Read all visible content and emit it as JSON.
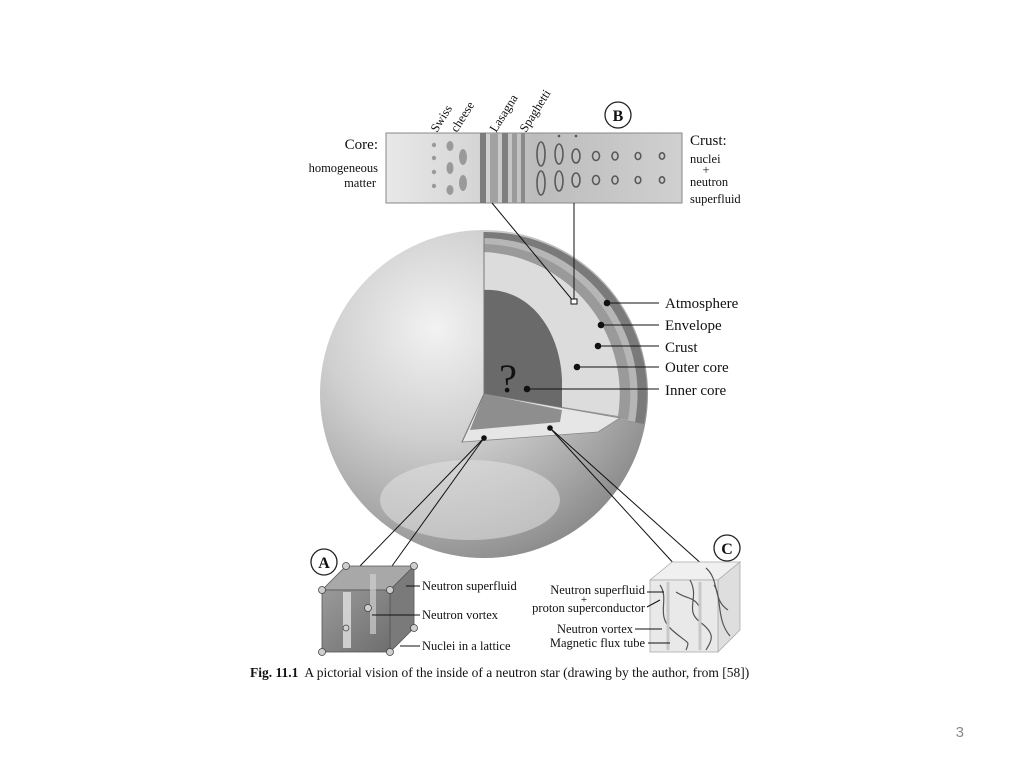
{
  "strip": {
    "phase_labels": [
      "Swiss",
      "cheese",
      "Lasagna",
      "Spaghetti"
    ],
    "panel_label": "B",
    "core_title": "Core:",
    "core_desc": [
      "homogeneous",
      "matter"
    ],
    "crust_title": "Crust:",
    "crust_desc": [
      "nuclei",
      "+",
      "neutron",
      "superfluid"
    ]
  },
  "star": {
    "center_mark": "?",
    "layers": [
      "Atmosphere",
      "Envelope",
      "Crust",
      "Outer core",
      "Inner core"
    ]
  },
  "inset_a": {
    "panel_label": "A",
    "labels": [
      "Neutron superfluid",
      "Neutron vortex",
      "Nuclei in a lattice"
    ]
  },
  "inset_c": {
    "panel_label": "C",
    "labels": [
      "Neutron superfluid",
      "+",
      "proton superconductor",
      "Neutron vortex",
      "Magnetic flux tube"
    ]
  },
  "caption": {
    "fig_number": "Fig. 11.1",
    "text": "A pictorial vision of the inside of a neutron star (drawing by the author, from [58])"
  },
  "page_number": "3"
}
